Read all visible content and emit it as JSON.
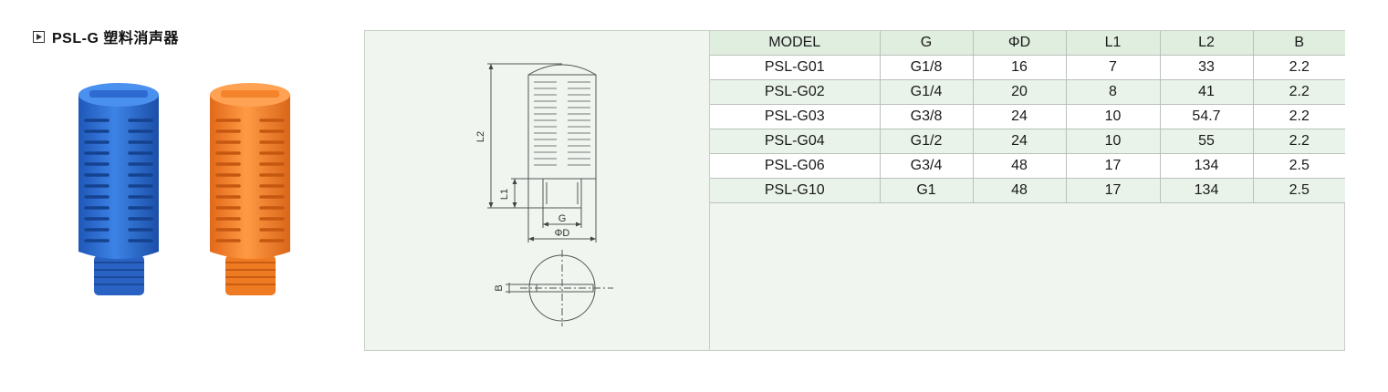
{
  "heading": {
    "icon": "play-icon",
    "title": "PSL-G 塑料消声器"
  },
  "photo": {
    "items": [
      {
        "name": "blue-silencer",
        "color": "#2f6fd3"
      },
      {
        "name": "orange-silencer",
        "color": "#f07f24"
      }
    ]
  },
  "drawing": {
    "labels": {
      "l2": "L2",
      "l1": "L1",
      "g": "G",
      "phi_d": "ΦD",
      "b": "B"
    }
  },
  "table": {
    "headers": [
      "MODEL",
      "G",
      "ΦD",
      "L1",
      "L2",
      "B"
    ],
    "rows": [
      [
        "PSL-G01",
        "G1/8",
        "16",
        "7",
        "33",
        "2.2"
      ],
      [
        "PSL-G02",
        "G1/4",
        "20",
        "8",
        "41",
        "2.2"
      ],
      [
        "PSL-G03",
        "G3/8",
        "24",
        "10",
        "54.7",
        "2.2"
      ],
      [
        "PSL-G04",
        "G1/2",
        "24",
        "10",
        "55",
        "2.2"
      ],
      [
        "PSL-G06",
        "G3/4",
        "48",
        "17",
        "134",
        "2.5"
      ],
      [
        "PSL-G10",
        "G1",
        "48",
        "17",
        "134",
        "2.5"
      ]
    ]
  }
}
